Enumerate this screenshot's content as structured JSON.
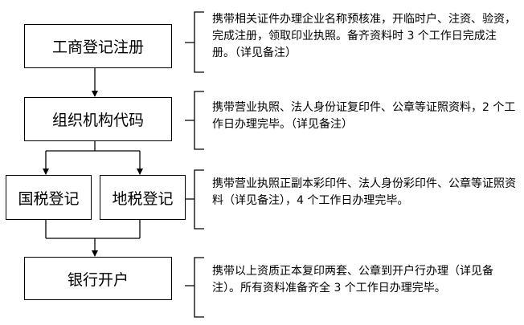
{
  "steps": [
    {
      "label": "工商登记注册",
      "desc": "携带相关证件办理企业名称预核准，开临时户、注资、验资，完成注册，领取印业执照。备齐资料时 3 个工作日完成注册。（详见备注）"
    },
    {
      "label": "组织机构代码",
      "desc": "携带营业执照、法人身份证复印件、公章等证照资料，2 个工作日办理完毕。（详见备注）"
    },
    {
      "label_left": "国税登记",
      "label_right": "地税登记",
      "desc": "携带营业执照正副本彩印件、法人身份彩印件、公章等证照资料（详见备注），4 个工作日办理完毕。"
    },
    {
      "label": "银行开户",
      "desc": "携带以上资质正本复印两套、公章到开户行办理（详见备注）。所有资料准备齐全 3 个工作日办理完毕。"
    }
  ]
}
